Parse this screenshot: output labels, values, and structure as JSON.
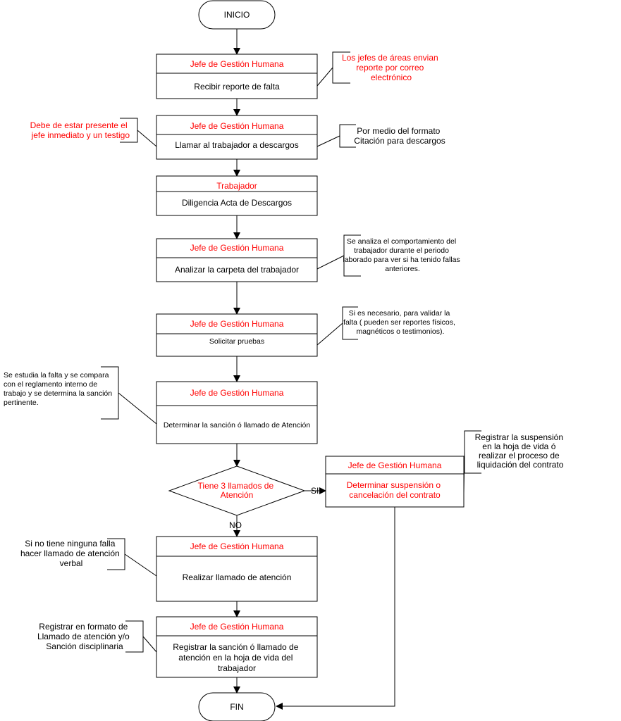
{
  "colors": {
    "role": "#ff0000",
    "line": "#000000",
    "background": "#ffffff"
  },
  "start": "INICIO",
  "end": "FIN",
  "steps": [
    {
      "role": "Jefe de Gestión Humana",
      "action": [
        "Recibir reporte de falta"
      ]
    },
    {
      "role": "Jefe de Gestión Humana",
      "action": [
        "Llamar al trabajador a descargos"
      ]
    },
    {
      "role": "Trabajador",
      "action": [
        "Diligencia Acta de Descargos"
      ]
    },
    {
      "role": "Jefe de Gestión Humana",
      "action": [
        "Analizar la carpeta del trabajador"
      ]
    },
    {
      "role": "Jefe de Gestión Humana",
      "action": [
        "Solicitar pruebas"
      ]
    },
    {
      "role": "Jefe de Gestión Humana",
      "action": [
        "Determinar la sanción ó llamado de Atención"
      ]
    },
    {
      "role": "Jefe de Gestión Humana",
      "action": [
        "Realizar llamado de atención"
      ]
    },
    {
      "role": "Jefe de Gestión Humana",
      "action": [
        "Registrar la sanción ó llamado de",
        "atención en la hoja de vida del",
        "trabajador"
      ]
    }
  ],
  "decision": {
    "text": [
      "Tiene 3 llamados de",
      "Atención"
    ],
    "yes_label": "SI",
    "no_label": "NO"
  },
  "yes_branch": {
    "role": "Jefe de Gestión Humana",
    "action": [
      "Determinar suspensión o",
      "cancelación del contrato"
    ]
  },
  "notes": {
    "n1": [
      "Los jefes de áreas envian",
      "reporte por correo",
      "electrónico"
    ],
    "n2": [
      "Debe de estar presente el",
      "jefe inmediato y un testigo"
    ],
    "n3": [
      "Por medio del formato",
      "Citación para descargos"
    ],
    "n4": [
      "Se analiza el comportamiento del",
      "trabajador durante el periodo",
      "laborado para ver si ha tenido fallas",
      "anteriores."
    ],
    "n5": [
      "Si es necesario,  para validar la",
      "falta ( pueden ser reportes físicos,",
      "magnéticos o testimonios)."
    ],
    "n6": [
      "Se estudia la falta y se compara",
      "con el reglamento interno de",
      "trabajo y se determina la sanción",
      "pertinente."
    ],
    "n7": [
      "Registrar la suspensión",
      "en la hoja de vida ó",
      "realizar el proceso de",
      "liquidación del contrato"
    ],
    "n8": [
      "Si no tiene ninguna falla",
      "hacer llamado de atención",
      "verbal"
    ],
    "n9": [
      "Registrar en formato de",
      "Llamado de atención y/o",
      "Sanción disciplinaria"
    ]
  }
}
